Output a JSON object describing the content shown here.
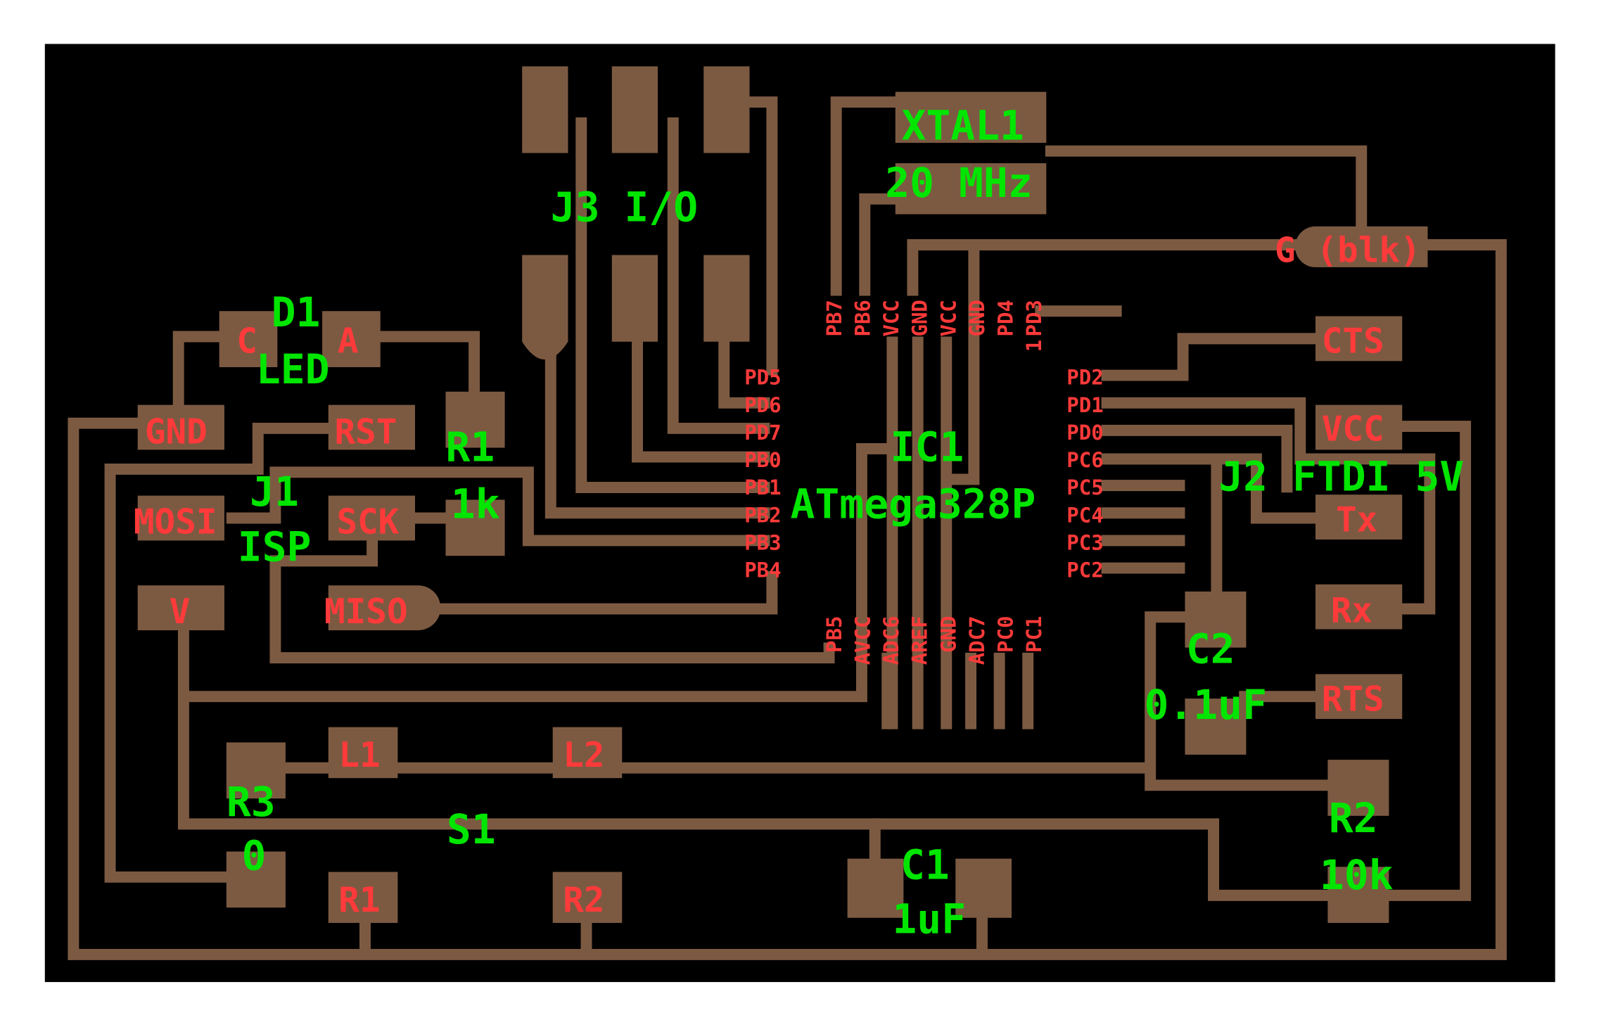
{
  "colors": {
    "background": "#000000",
    "copper": "#7c5a42",
    "label_green": "#00e600",
    "label_red": "#ff3a3a",
    "page": "#ffffff"
  },
  "components": {
    "j3": "J3 I/O",
    "xtal_name": "XTAL1",
    "xtal_value": "20 MHz",
    "d1_name": "D1",
    "d1_value": "LED",
    "d1_cathode": "C",
    "d1_anode": "A",
    "r1_name": "R1",
    "r1_value": "1k",
    "j1_name": "J1",
    "j1_value": "ISP",
    "ic1_name": "IC1",
    "ic1_value": "ATmega328P",
    "j2": "J2 FTDI 5V",
    "c2_name": "C2",
    "c2_value": "0.1uF",
    "r3_name": "R3",
    "r3_value": "0",
    "s1": "S1",
    "c1_name": "C1",
    "c1_value": "1uF",
    "r2_name": "R2",
    "r2_value": "10k"
  },
  "pads": {
    "gnd": "GND",
    "rst": "RST",
    "mosi": "MOSI",
    "sck": "SCK",
    "miso": "MISO",
    "v": "V",
    "l1": "L1",
    "l2": "L2",
    "s1_r1": "R1",
    "s1_r2": "R2",
    "g_blk": "G (blk)",
    "cts": "CTS",
    "vcc": "VCC",
    "tx": "Tx",
    "rx": "Rx",
    "rts": "RTS"
  },
  "ic_pins": {
    "left": [
      "PD5",
      "PD6",
      "PD7",
      "PB0",
      "PB1",
      "PB2",
      "PB3",
      "PB4"
    ],
    "right": [
      "PD2",
      "PD1",
      "PD0",
      "PC6",
      "PC5",
      "PC4",
      "PC3",
      "PC2"
    ],
    "top": [
      "PB7",
      "PB6",
      "VCC",
      "GND",
      "VCC",
      "GND",
      "PD4",
      "PD3"
    ],
    "bottom": [
      "PB5",
      "AVCC",
      "ADC6",
      "AREF",
      "GND",
      "ADC7",
      "PC0",
      "PC1"
    ],
    "pin1_marker": "1"
  }
}
